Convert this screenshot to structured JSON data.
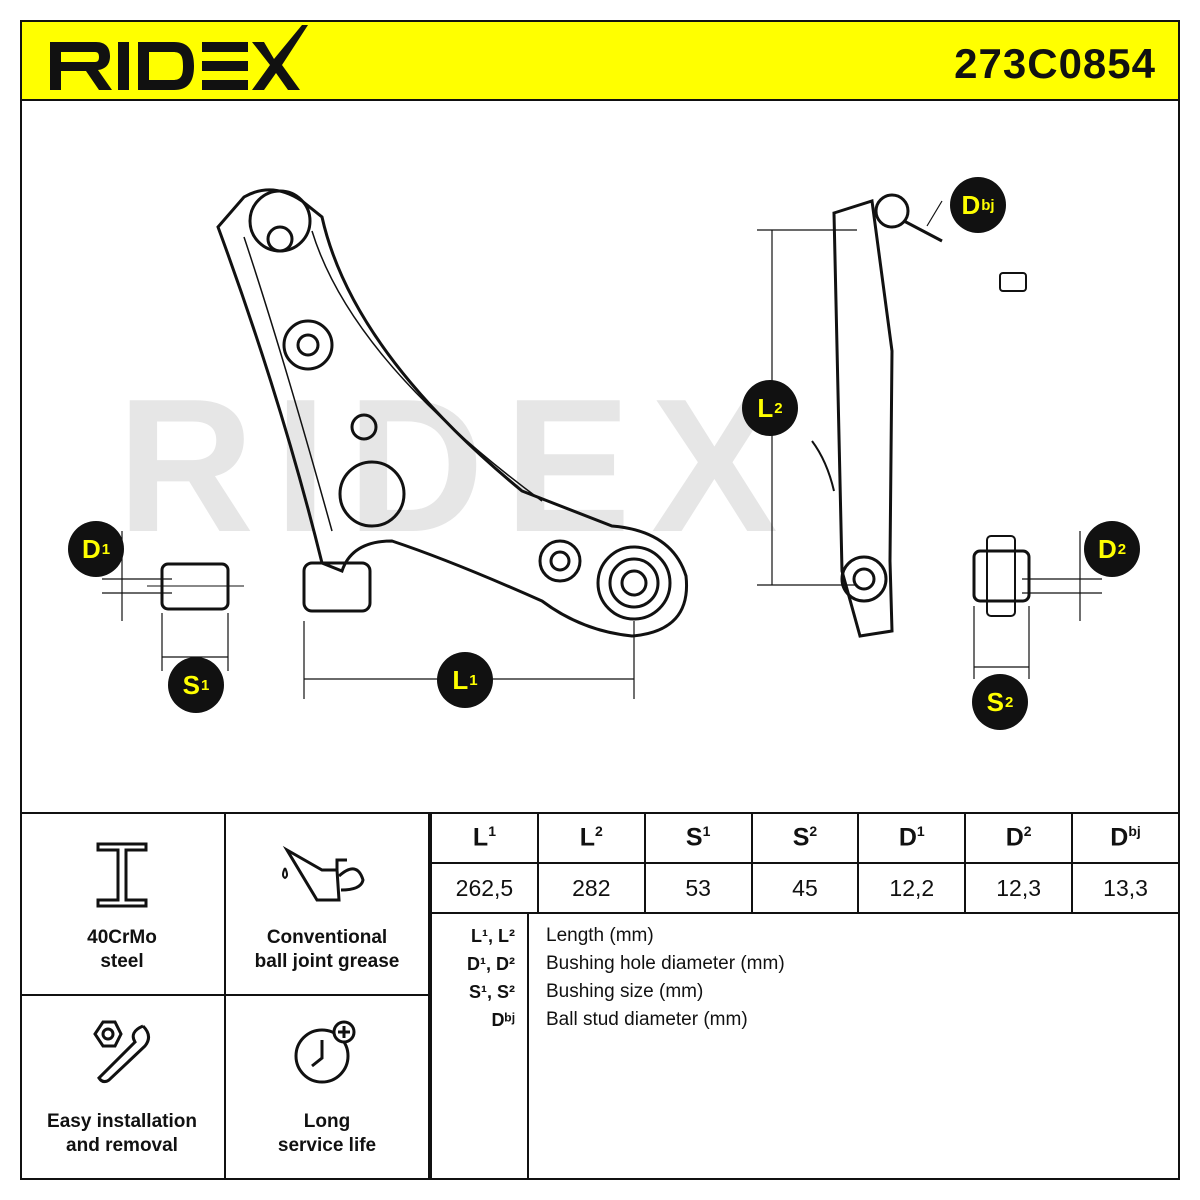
{
  "header": {
    "brand": "RIDEX",
    "part_number": "273C0854",
    "background": "#ffff00"
  },
  "diagram": {
    "watermark": "RIDEX",
    "labels": {
      "D1": "D",
      "D1_sup": "1",
      "S1": "S",
      "S1_sup": "1",
      "L1": "L",
      "L1_sup": "1",
      "L2": "L",
      "L2_sup": "2",
      "Dbj": "D",
      "Dbj_sup": "bj",
      "D2": "D",
      "D2_sup": "2",
      "S2": "S",
      "S2_sup": "2"
    }
  },
  "features": [
    {
      "icon": "i-beam-icon",
      "line1": "40CrMo",
      "line2": "steel"
    },
    {
      "icon": "oil-can-icon",
      "line1": "Conventional",
      "line2": "ball joint grease"
    },
    {
      "icon": "wrench-nut-icon",
      "line1": "Easy installation",
      "line2": "and removal"
    },
    {
      "icon": "clock-plus-icon",
      "line1": "Long",
      "line2": "service life"
    }
  ],
  "spec": {
    "headers": [
      {
        "main": "L",
        "sup": "1"
      },
      {
        "main": "L",
        "sup": "2"
      },
      {
        "main": "S",
        "sup": "1"
      },
      {
        "main": "S",
        "sup": "2"
      },
      {
        "main": "D",
        "sup": "1"
      },
      {
        "main": "D",
        "sup": "2"
      },
      {
        "main": "D",
        "sup": "bj"
      }
    ],
    "values": [
      "262,5",
      "282",
      "53",
      "45",
      "12,2",
      "12,3",
      "13,3"
    ]
  },
  "legend": [
    {
      "key": "L¹, L²",
      "desc": "Length (mm)"
    },
    {
      "key": "D¹, D²",
      "desc": "Bushing hole diameter (mm)"
    },
    {
      "key": "S¹, S²",
      "desc": "Bushing size (mm)"
    },
    {
      "key": "Dᵇʲ",
      "desc": "Ball stud diameter (mm)"
    }
  ]
}
